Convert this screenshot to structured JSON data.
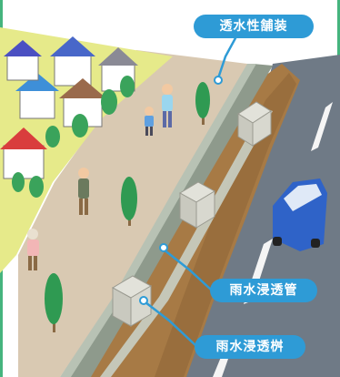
{
  "labels": {
    "permeable_paving": "透水性舗装",
    "infiltration_pipe": "雨水浸透管",
    "infiltration_basin": "雨水浸透桝"
  },
  "colors": {
    "label_pill": "#2e9bd6",
    "sidewalk": "#d9c9b2",
    "lawn": "#e6ea8a",
    "road": "#6f7a86",
    "soil": "#a77a45",
    "curb": "#8e9a8c",
    "tree": "#3aa35b",
    "car": "#2f63c8",
    "frame": "#45b47e"
  },
  "icons": [
    "house-icon",
    "tree-icon",
    "pedestrian-icon",
    "car-icon",
    "basin-icon",
    "pipe-icon"
  ]
}
